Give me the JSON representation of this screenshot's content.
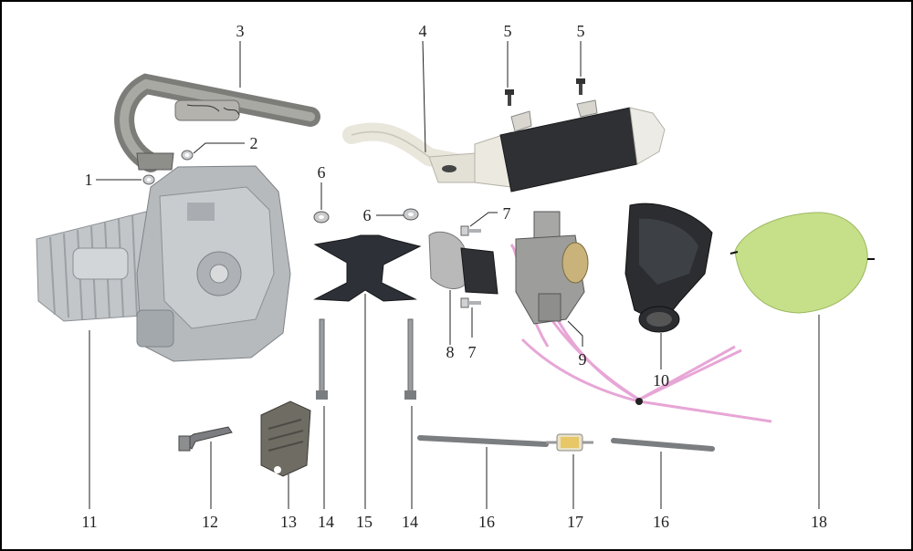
{
  "colors": {
    "background": "#ffffff",
    "border": "#000000",
    "engine": "#b9bdc0",
    "header_pipe": "#8a8a86",
    "muffler": "#2f3033",
    "muffler_shell": "#e8e6df",
    "foam_filter": "#c6e08a",
    "fuel_hose": "#e7a6d6",
    "black_rubber": "#2b2d30",
    "carb_gold": "#c9b37a"
  },
  "callouts": [
    {
      "id": "c1",
      "label": "1"
    },
    {
      "id": "c2",
      "label": "2"
    },
    {
      "id": "c3",
      "label": "3"
    },
    {
      "id": "c4",
      "label": "4"
    },
    {
      "id": "c5a",
      "label": "5"
    },
    {
      "id": "c5b",
      "label": "5"
    },
    {
      "id": "c6a",
      "label": "6"
    },
    {
      "id": "c6b",
      "label": "6"
    },
    {
      "id": "c7a",
      "label": "7"
    },
    {
      "id": "c7b",
      "label": "7"
    },
    {
      "id": "c8",
      "label": "8"
    },
    {
      "id": "c9",
      "label": "9"
    },
    {
      "id": "c10",
      "label": "10"
    },
    {
      "id": "c11",
      "label": "11"
    },
    {
      "id": "c12",
      "label": "12"
    },
    {
      "id": "c13",
      "label": "13"
    },
    {
      "id": "c14a",
      "label": "14"
    },
    {
      "id": "c15",
      "label": "15"
    },
    {
      "id": "c14b",
      "label": "14"
    },
    {
      "id": "c16a",
      "label": "16"
    },
    {
      "id": "c17",
      "label": "17"
    },
    {
      "id": "c16b",
      "label": "16"
    },
    {
      "id": "c18",
      "label": "18"
    }
  ]
}
